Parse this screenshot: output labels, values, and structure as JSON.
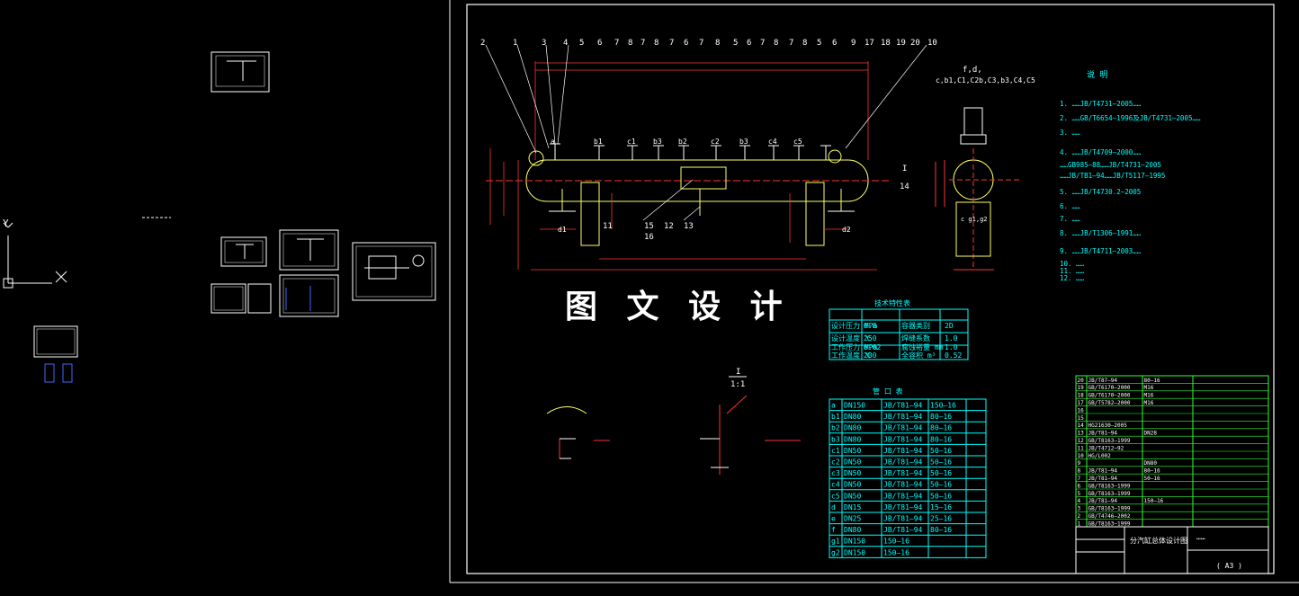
{
  "watermark": "图 文 设 计",
  "ucs": {
    "y": "Y",
    "x": "X"
  },
  "balloons_top": [
    "2",
    "1",
    "3",
    "4",
    "5",
    "6",
    "7",
    "8",
    "7",
    "8",
    "7",
    "6",
    "7",
    "8",
    "5",
    "6",
    "7",
    "8",
    "7",
    "8",
    "5",
    "6",
    "9",
    "17",
    "18",
    "19",
    "20",
    "10"
  ],
  "balloons_bottom": [
    "15",
    "16",
    "12",
    "13",
    "11",
    "14"
  ],
  "nozzle_labels": [
    "a",
    "b1",
    "c1",
    "b2",
    "b3",
    "c2",
    "b3",
    "c4",
    "c5",
    "d1",
    "d2"
  ],
  "side_view": {
    "title_line1": "f,d,",
    "title_line2": "c,b1,C1,C2b,C3,b3,C4,C5",
    "label_section": "I",
    "label_14": "14",
    "label_g": "c g1,g2"
  },
  "section_label": {
    "num": "I",
    "scale": "1:1"
  },
  "notes": {
    "title": "说 明",
    "lines": [
      "1.  ……JB/T4731—2005……",
      "2.  ……GB/T6654—1996及JB/T4731—2005……",
      "3.  ……",
      "4.  ……JB/T4709—2000……",
      "     ……GB985—88……JB/T4731—2005",
      "     ……JB/TB1—94……JB/T5117—1995",
      "5.  ……JB/T4730.2—2005",
      "6.  ……",
      "7.  ……",
      "8.  ……JB/T1306—1991……",
      "9.  ……JB/T4711—2003……",
      "10. ……",
      "11. ……",
      "12. ……"
    ]
  },
  "design_table": {
    "title": "技术特性表",
    "rows": [
      [
        "设计压力 MPa",
        "0.8",
        "容器类别",
        "2D"
      ],
      [
        "设计温度 ℃",
        "250",
        "焊缝系数",
        "1.0"
      ],
      [
        "工作压力 MPa",
        "0.62",
        "腐蚀裕量 mm",
        "1.0"
      ],
      [
        "工作温度 ℃",
        "200",
        "全容积 m³",
        "0.52"
      ]
    ]
  },
  "nozzle_table": {
    "title": "管 口 表",
    "rows": [
      [
        "a",
        "DN150",
        "JB/T81—94",
        "150—16"
      ],
      [
        "b1",
        "DN80",
        "JB/T81—94",
        "80—16"
      ],
      [
        "b2",
        "DN80",
        "JB/T81—94",
        "80—16"
      ],
      [
        "b3",
        "DN80",
        "JB/T81—94",
        "80—16"
      ],
      [
        "c1",
        "DN50",
        "JB/T81—94",
        "50—16"
      ],
      [
        "c2",
        "DN50",
        "JB/T81—94",
        "50—16"
      ],
      [
        "c3",
        "DN50",
        "JB/T81—94",
        "50—16"
      ],
      [
        "c4",
        "DN50",
        "JB/T81—94",
        "50—16"
      ],
      [
        "c5",
        "DN50",
        "JB/T81—94",
        "50—16"
      ],
      [
        "d",
        "DN15",
        "JB/T81—94",
        "15—16"
      ],
      [
        "e",
        "DN25",
        "JB/T81—94",
        "25—16"
      ],
      [
        "f",
        "DN80",
        "JB/T81—94",
        "80—16"
      ],
      [
        "g1",
        "DN150",
        "150—16",
        ""
      ],
      [
        "g2",
        "DN150",
        "150—16",
        ""
      ]
    ]
  },
  "parts_list": {
    "rows": [
      [
        "20",
        "JB/T87—94",
        "80—16"
      ],
      [
        "19",
        "GB/T6170—2000",
        "M16"
      ],
      [
        "18",
        "GB/T6170—2000",
        "M16"
      ],
      [
        "17",
        "GB/T5782—2000",
        "M16"
      ],
      [
        "16",
        "",
        ""
      ],
      [
        "15",
        "",
        ""
      ],
      [
        "14",
        "HG21630—2005",
        ""
      ],
      [
        "13",
        "JB/T81—94",
        "DN28"
      ],
      [
        "12",
        "GB/T8163—1999",
        ""
      ],
      [
        "11",
        "JB/T4712—92",
        ""
      ],
      [
        "10",
        "HG/L002",
        ""
      ],
      [
        "9",
        "",
        "DN80"
      ],
      [
        "8",
        "JB/T81—94",
        "80—16"
      ],
      [
        "7",
        "JB/T81—94",
        "50—16"
      ],
      [
        "6",
        "GB/T8163—1999",
        ""
      ],
      [
        "5",
        "GB/T8163—1999",
        ""
      ],
      [
        "4",
        "JB/T81—94",
        "150—16"
      ],
      [
        "3",
        "GB/T8163—1999",
        ""
      ],
      [
        "2",
        "GB/T4746—2002",
        ""
      ],
      [
        "1",
        "GB/T8163—1999",
        ""
      ]
    ],
    "title_block_name": "分汽缸总体设计图",
    "title_block_org": "……",
    "sheet_size": "( A3 )"
  },
  "colors": {
    "background": "#000000",
    "outline": "#ffffff",
    "dim": "#ff3333",
    "vessel": "#ffff66",
    "text": "#00ffff",
    "table_green": "#33ff33"
  }
}
